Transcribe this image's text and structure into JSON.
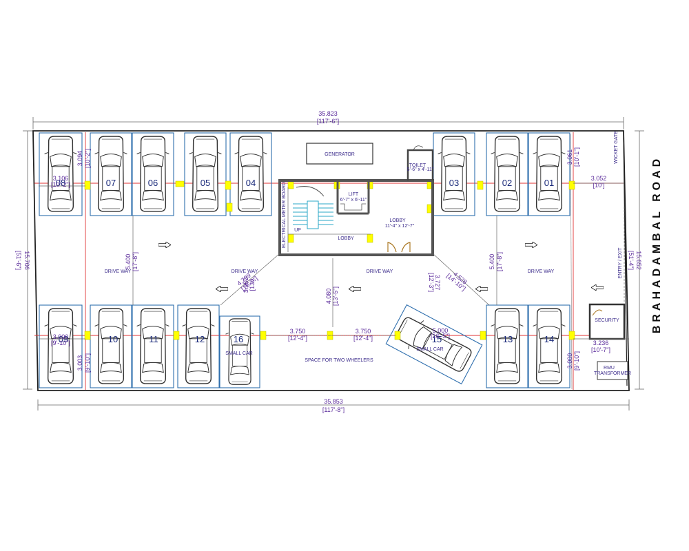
{
  "road_name": "BRAHADAMBAL ROAD",
  "dimensions": {
    "top_width": "35.823",
    "top_width_ft": "[117'-6\"]",
    "bottom_width": "35.853",
    "bottom_width_ft": "[117'-8\"]",
    "left_height": "15.706",
    "left_height_ft": "[51'-6\"]",
    "right_height": "15.652",
    "right_height_ft": "[51'-4\"]",
    "top_right_gap": "3.052",
    "top_right_gap_ft": "[10']",
    "bottom_right_gap": "3.236",
    "bottom_right_gap_ft": "[10'-7\"]",
    "left_drive_depth": "5.400",
    "left_drive_depth_ft": "[17'-8\"]",
    "right_drive_depth": "5.400",
    "right_drive_depth_ft": "[17'-8\"]",
    "center_drive_depth": "4.080",
    "center_drive_depth_ft": "[13'-5\"]",
    "gap_a": "3.750",
    "gap_a_ft": "[12'-4\"]",
    "gap_b": "3.750",
    "gap_b_ft": "[12'-4\"]",
    "car08_width": "3.106",
    "car08_width_ft": "[10'-2\"]",
    "car09_width": "3.000",
    "car09_width_ft": "[9'-10\"]",
    "car08_side": "3.094",
    "car08_side_ft": "[10'-2\"]",
    "car09_side": "3.003",
    "car09_side_ft": "[9'-10\"]",
    "car01_side": "3.061",
    "car01_side_ft": "[10'-1\"]",
    "car14_side": "3.000",
    "car14_side_ft": "[9'-10\"]",
    "diag_left": "4.799",
    "diag_left_ft": "[15'-9\"]",
    "diag_left2": "3.950",
    "diag_left2_ft": "[13']",
    "diag_right": "4.528",
    "diag_right_ft": "[14'-10\"]",
    "diag_right2": "3.727",
    "diag_right2_ft": "[12'-3\"]",
    "car15_width": "5.000",
    "car15_width_ft": "[16'-5\"]"
  },
  "parking": {
    "top_row": [
      "08",
      "07",
      "06",
      "05",
      "04",
      "03",
      "02",
      "01"
    ],
    "bottom_row": [
      "09",
      "10",
      "11",
      "12",
      "16",
      "13",
      "14"
    ],
    "angled": "15",
    "small_car_16": "SMALL CAR",
    "small_car_15": "SMALL CAR"
  },
  "rooms": {
    "generator": "GENERATOR",
    "toilet": "TOILET",
    "toilet_size": "5'-6\" x 4'-11\"",
    "lift": "LIFT",
    "lift_size": "6'-7\" x 6'-11\"",
    "lobby_main": "LOBBY",
    "lobby_size": "11'-4\" x 12'-7\"",
    "lobby_small": "LOBBY",
    "electrical": "ELECTRICAL METER BOARD",
    "up": "UP",
    "security": "SECURITY",
    "rmu_1": "RMU",
    "rmu_2": "TRANSFORMER",
    "wicket_gate": "WICKET GATE",
    "entry_exit": "ENTRY / EXIT"
  },
  "labels": {
    "drive_way_left": "DRIVE WAY",
    "drive_way_center_left": "DRIVE WAY",
    "drive_way_center": "DRIVE WAY",
    "drive_way_right": "DRIVE WAY",
    "two_wheelers": "SPACE FOR TWO WHEELERS"
  },
  "colors": {
    "line": "#333333",
    "parking_bay": "#2f6fae",
    "column": "#ffff00",
    "red_grid": "#e03030",
    "dimension": "#5a2a9a",
    "stair": "#2aa7c7"
  }
}
